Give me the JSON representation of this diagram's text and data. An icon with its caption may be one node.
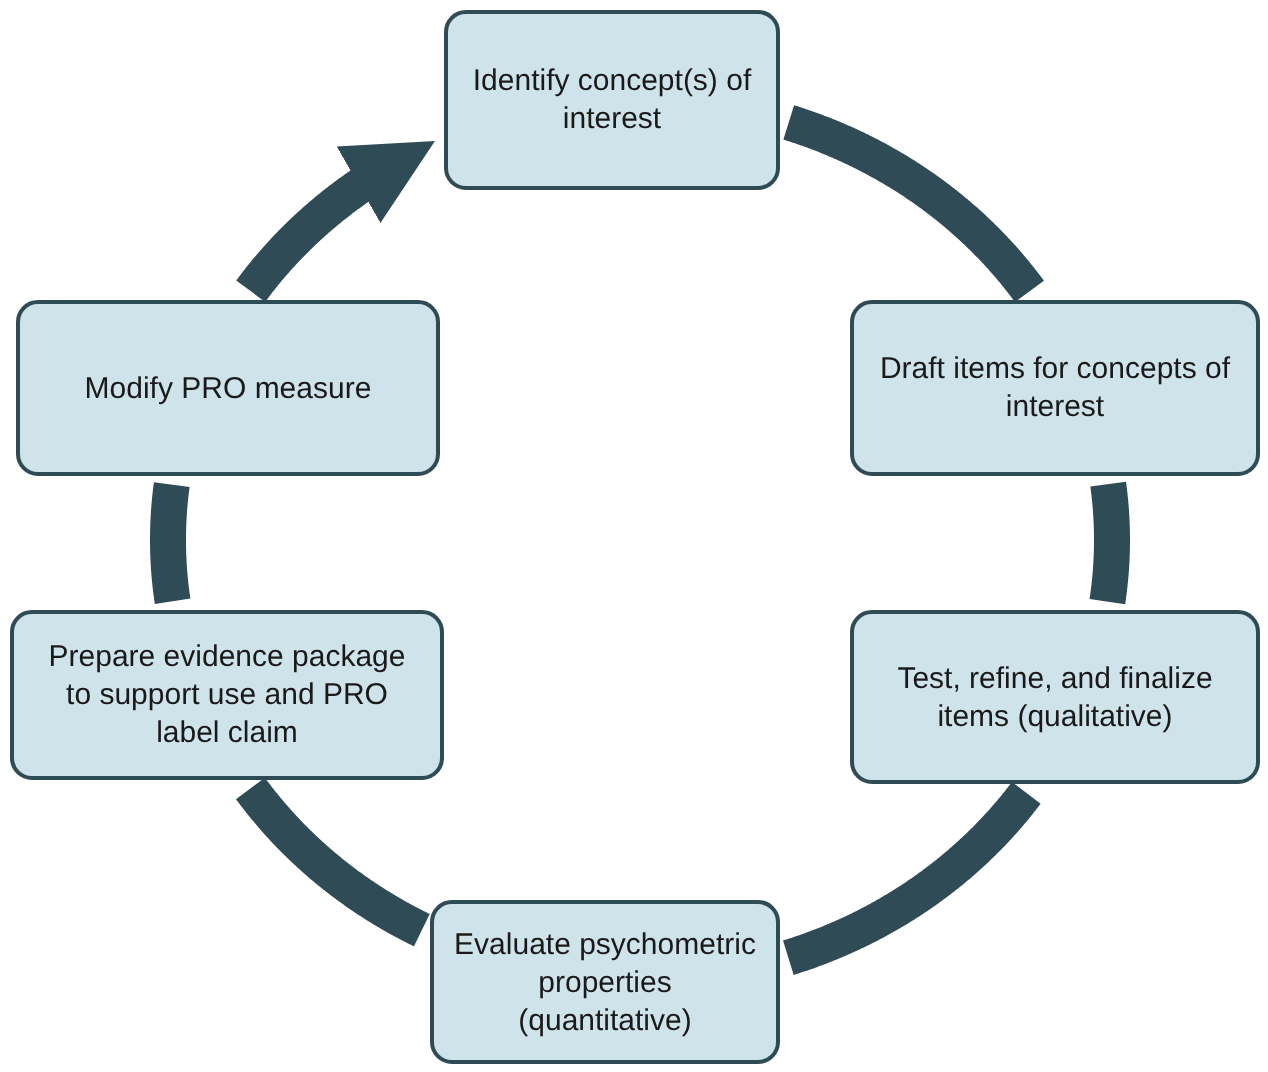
{
  "diagram": {
    "nodes": [
      {
        "text": [
          "Identify concept(s) of interest"
        ]
      },
      {
        "text": [
          "Draft items for concepts of interest"
        ]
      },
      {
        "text": [
          "Test, refine, and finalize items (qualitative)"
        ]
      },
      {
        "text": [
          "Evaluate psychometric properties (quantitative)"
        ]
      },
      {
        "text": [
          "Prepare evidence package to support use and PRO label claim"
        ]
      },
      {
        "text": [
          "Modify PRO measure"
        ]
      }
    ],
    "edges": [
      {
        "from": 0,
        "to": 1,
        "arrow": "none"
      },
      {
        "from": 1,
        "to": 2,
        "arrow": "none"
      },
      {
        "from": 2,
        "to": 3,
        "arrow": "none"
      },
      {
        "from": 3,
        "to": 4,
        "arrow": "none"
      },
      {
        "from": 4,
        "to": 5,
        "arrow": "none"
      },
      {
        "from": 5,
        "to": 0,
        "arrow": "to"
      }
    ]
  }
}
